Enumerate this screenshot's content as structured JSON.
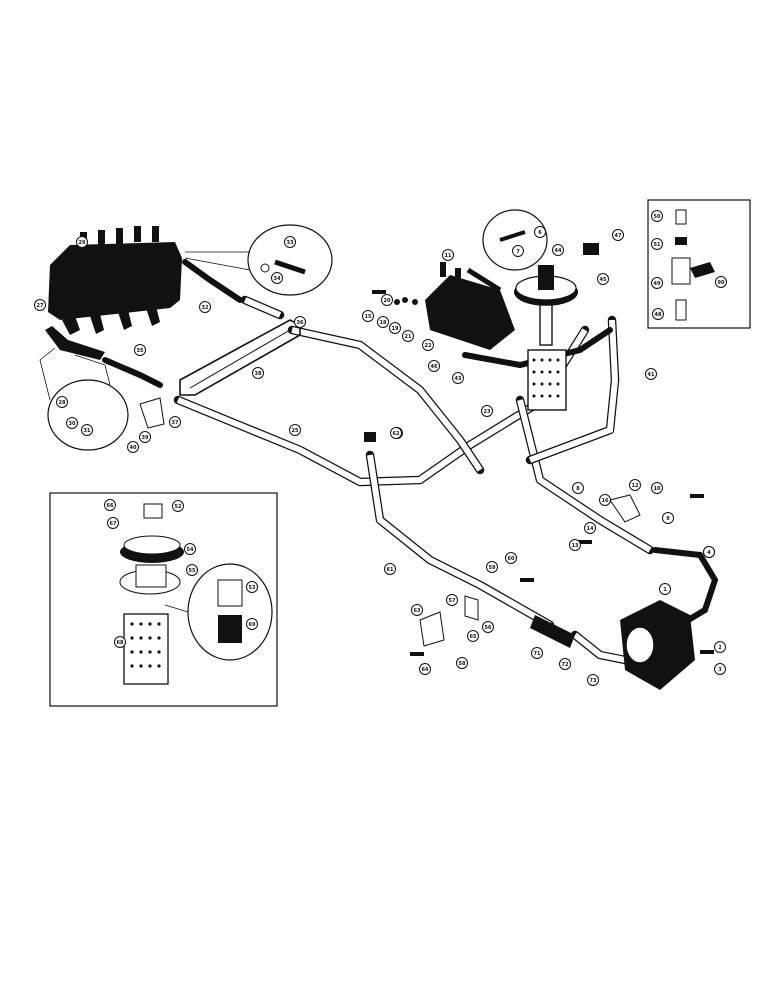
{
  "callouts": [
    {
      "id": "c29",
      "text": "29"
    },
    {
      "id": "c33",
      "text": "33"
    },
    {
      "id": "c34",
      "text": "34"
    },
    {
      "id": "c27",
      "text": "27"
    },
    {
      "id": "c32",
      "text": "32"
    },
    {
      "id": "c35",
      "text": "35"
    },
    {
      "id": "c36",
      "text": "36"
    },
    {
      "id": "c28",
      "text": "28"
    },
    {
      "id": "c30",
      "text": "30"
    },
    {
      "id": "c31",
      "text": "31"
    },
    {
      "id": "c38",
      "text": "38"
    },
    {
      "id": "c37",
      "text": "37"
    },
    {
      "id": "c40",
      "text": "40"
    },
    {
      "id": "c39",
      "text": "39"
    },
    {
      "id": "c25",
      "text": "25"
    },
    {
      "id": "c11",
      "text": "11"
    },
    {
      "id": "c15",
      "text": "15"
    },
    {
      "id": "c18",
      "text": "18"
    },
    {
      "id": "c20",
      "text": "20"
    },
    {
      "id": "c19",
      "text": "19"
    },
    {
      "id": "c21",
      "text": "21"
    },
    {
      "id": "c22",
      "text": "22"
    },
    {
      "id": "c46",
      "text": "46"
    },
    {
      "id": "c43",
      "text": "43"
    },
    {
      "id": "c23",
      "text": "23"
    },
    {
      "id": "c42",
      "text": "42"
    },
    {
      "id": "c47",
      "text": "47"
    },
    {
      "id": "c6a",
      "text": "6"
    },
    {
      "id": "c7",
      "text": "7"
    },
    {
      "id": "c44",
      "text": "44"
    },
    {
      "id": "c45",
      "text": "45"
    },
    {
      "id": "c41",
      "text": "41"
    },
    {
      "id": "c50",
      "text": "50"
    },
    {
      "id": "c51",
      "text": "51"
    },
    {
      "id": "c49",
      "text": "49"
    },
    {
      "id": "c90",
      "text": "90"
    },
    {
      "id": "c48",
      "text": "48"
    },
    {
      "id": "c62",
      "text": "62"
    },
    {
      "id": "c8",
      "text": "8"
    },
    {
      "id": "c6b",
      "text": "6"
    },
    {
      "id": "c13",
      "text": "13"
    },
    {
      "id": "c16",
      "text": "16"
    },
    {
      "id": "c14",
      "text": "14"
    },
    {
      "id": "c12",
      "text": "12"
    },
    {
      "id": "c10",
      "text": "10"
    },
    {
      "id": "c9",
      "text": "9"
    },
    {
      "id": "c1",
      "text": "1"
    },
    {
      "id": "c2",
      "text": "2"
    },
    {
      "id": "c3",
      "text": "3"
    },
    {
      "id": "c4",
      "text": "4"
    },
    {
      "id": "c61",
      "text": "61"
    },
    {
      "id": "c60",
      "text": "60"
    },
    {
      "id": "c59",
      "text": "59"
    },
    {
      "id": "c57",
      "text": "57"
    },
    {
      "id": "c63",
      "text": "63"
    },
    {
      "id": "c56",
      "text": "56"
    },
    {
      "id": "c65",
      "text": "65"
    },
    {
      "id": "c64",
      "text": "64"
    },
    {
      "id": "c58",
      "text": "58"
    },
    {
      "id": "c71",
      "text": "71"
    },
    {
      "id": "c72",
      "text": "72"
    },
    {
      "id": "c73",
      "text": "73"
    },
    {
      "id": "c66",
      "text": "66"
    },
    {
      "id": "c67",
      "text": "67"
    },
    {
      "id": "c52",
      "text": "52"
    },
    {
      "id": "c54",
      "text": "54"
    },
    {
      "id": "c55",
      "text": "55"
    },
    {
      "id": "c53",
      "text": "53"
    },
    {
      "id": "c68",
      "text": "68"
    },
    {
      "id": "c69",
      "text": "69"
    }
  ]
}
